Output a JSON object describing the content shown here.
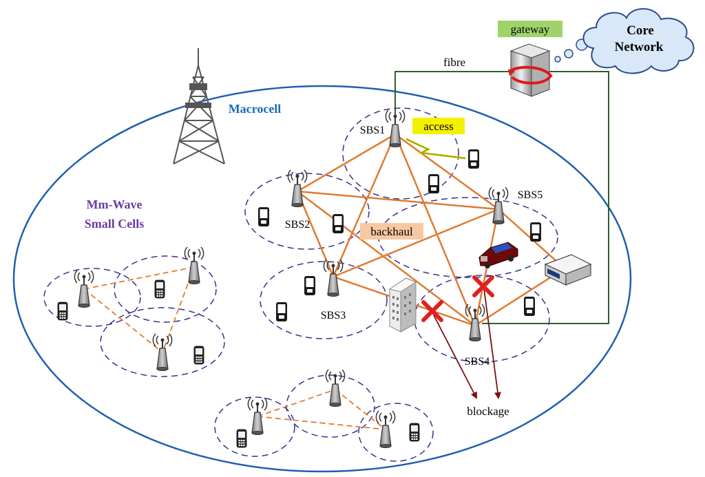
{
  "labels": {
    "macrocell": "Macrocell",
    "mmwave_line1": "Mm-Wave",
    "mmwave_line2": "Small Cells",
    "core_line1": "Core",
    "core_line2": "Network",
    "gateway": "gateway",
    "fibre": "fibre",
    "access": "access",
    "backhaul": "backhaul",
    "blockage": "blockage",
    "sbs1": "SBS1",
    "sbs2": "SBS2",
    "sbs3": "SBS3",
    "sbs4": "SBS4",
    "sbs5": "SBS5"
  },
  "colors": {
    "macrocell_border": "#1f5fb0",
    "macrocell_text": "#1b6bb5",
    "mmwave_text": "#6a3aa0",
    "cell_border": "#3b2f8a",
    "backhaul_link": "#e07a2f",
    "fibre_link": "#2e5e2e",
    "gateway_bg": "#9fd36a",
    "access_bg": "#f5f000",
    "backhaul_bg": "#f8c8a4",
    "blockage_arrow": "#7a1010",
    "blockage_x": "#e02020",
    "cloud_fill": "#d8e8f8",
    "cloud_border": "#2a4a8a",
    "car_body": "#6b0a0a",
    "car_window": "#2a50c0"
  }
}
